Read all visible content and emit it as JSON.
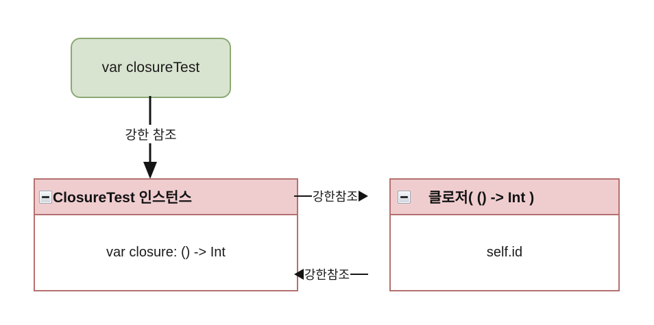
{
  "diagram": {
    "title": "Swift closure strong reference cycle diagram",
    "background": "#ffffff",
    "colors": {
      "green_fill": "#d9e4d0",
      "green_border": "#8aa972",
      "pink_header": "#efcdcf",
      "box_border": "#b4706e",
      "line": "#141414",
      "text": "#1a1a1a"
    }
  },
  "var_node": {
    "label": "var closureTest"
  },
  "vertical_relation": {
    "label": "강한 참조",
    "direction": "down"
  },
  "left_box": {
    "collapse_icon": "minus-box-icon",
    "title": "ClosureTest 인스턴스",
    "rows": [
      "var closure: () -> Int"
    ]
  },
  "right_box": {
    "collapse_icon": "minus-box-icon",
    "title": "클로저( () -> Int )",
    "rows": [
      "self.id"
    ]
  },
  "relations": [
    {
      "label": "강한참조",
      "direction": "right",
      "from": "ClosureTest 인스턴스",
      "to": "클로저( () -> Int )"
    },
    {
      "label": "강한참조",
      "direction": "left",
      "from": "클로저( () -> Int )",
      "to": "ClosureTest 인스턴스"
    }
  ]
}
